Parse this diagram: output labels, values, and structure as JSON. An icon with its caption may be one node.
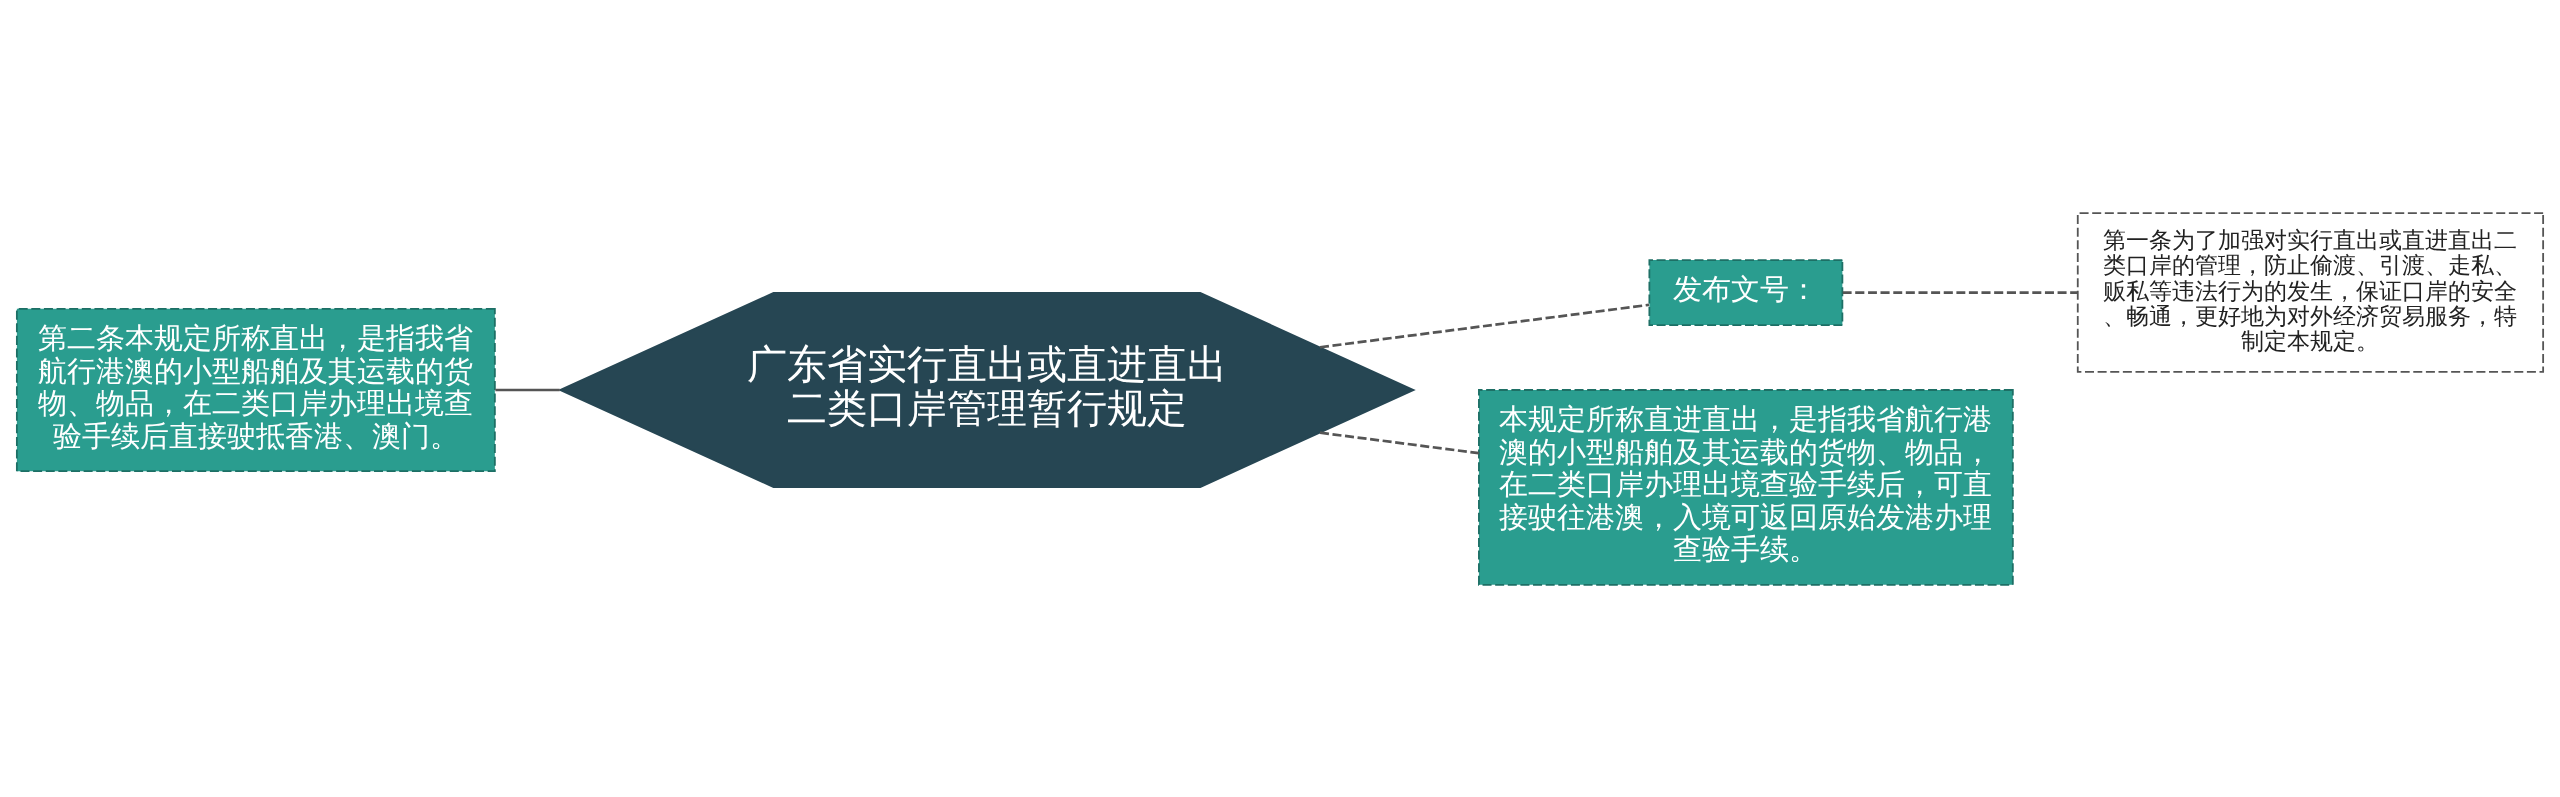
{
  "diagram": {
    "nodes": [
      {
        "text": [
          "广东省实行直出或直进直出二类口岸管理暂行规定"
        ]
      },
      {
        "text": [
          "第二条本规定所称直出，是指我省航行港澳的小型船舶及其运载的货物、物品，在二类口岸办理出境查验手续后直接驶抵香港、澳门。"
        ]
      },
      {
        "text": [
          "发布文号："
        ]
      },
      {
        "text": [
          "第一条为了加强对实行直出或直进直出二类口岸的管理，防止偷渡、引渡、走私、贩私等违法行为的发生，保证口岸的安全、畅通，更好地为对外经济贸易服务，特制定本规定。"
        ]
      },
      {
        "text": [
          "本规定所称直进直出，是指我省航行港澳的小型船舶及其运载的货物、物品，在二类口岸办理出境查验手续后，可直接驶往港澳，入境可返回原始发港办理查验手续。"
        ]
      }
    ],
    "edges": [
      {
        "from": 0,
        "to": 1,
        "arrow": "none"
      },
      {
        "from": 0,
        "to": 2,
        "arrow": "none",
        "style": "dashed"
      },
      {
        "from": 2,
        "to": 3,
        "arrow": "none",
        "style": "dashed"
      },
      {
        "from": 0,
        "to": 4,
        "arrow": "none",
        "style": "dashed"
      }
    ]
  }
}
